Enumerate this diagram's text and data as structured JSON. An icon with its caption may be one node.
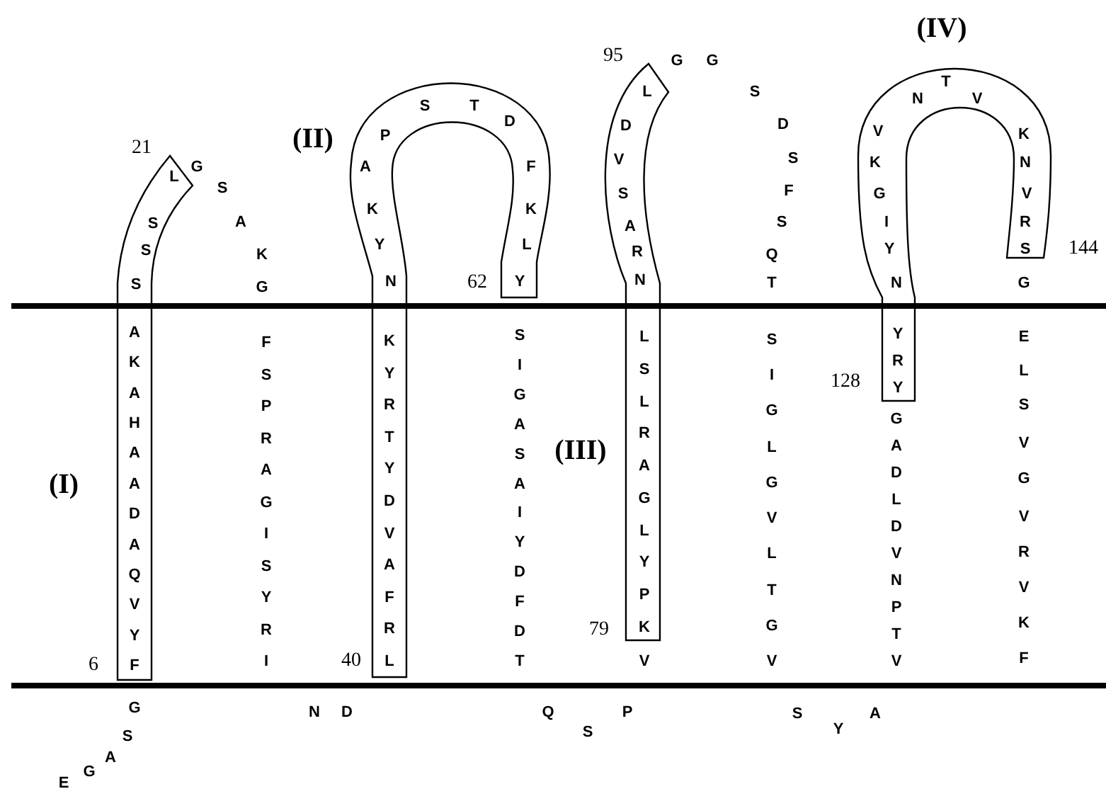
{
  "diagram": {
    "nodes": [
      {
        "text": [
          "L S S S A K A H A A D A Q V Y F"
        ],
        "beside": [
          "21",
          "(I)",
          "6"
        ]
      },
      {
        "text": [
          "S T D P A F K K Y L N Y K Y R T Y D V A F R L"
        ],
        "beside": [
          "(II)",
          "62",
          "40"
        ]
      },
      {
        "text": [
          "L D V S A R N L S L R A G L Y P K"
        ],
        "beside": [
          "95",
          "(III)",
          "79"
        ]
      },
      {
        "text": [
          "T N V V K K N G V I R Y S N Y R Y"
        ],
        "beside": [
          "(IV)",
          "144",
          "128"
        ]
      }
    ],
    "labels": [
      "G S A G E",
      "G S A K G",
      "F S P R A G I S Y R I",
      "N D",
      "S I G A S A I Y D F D T",
      "Q P S",
      "V",
      "G G S D S F S Q T",
      "S I G L G V L T G V",
      "S A Y",
      "G A D L D V N P T V",
      "G E L S V G V R V K F"
    ]
  }
}
